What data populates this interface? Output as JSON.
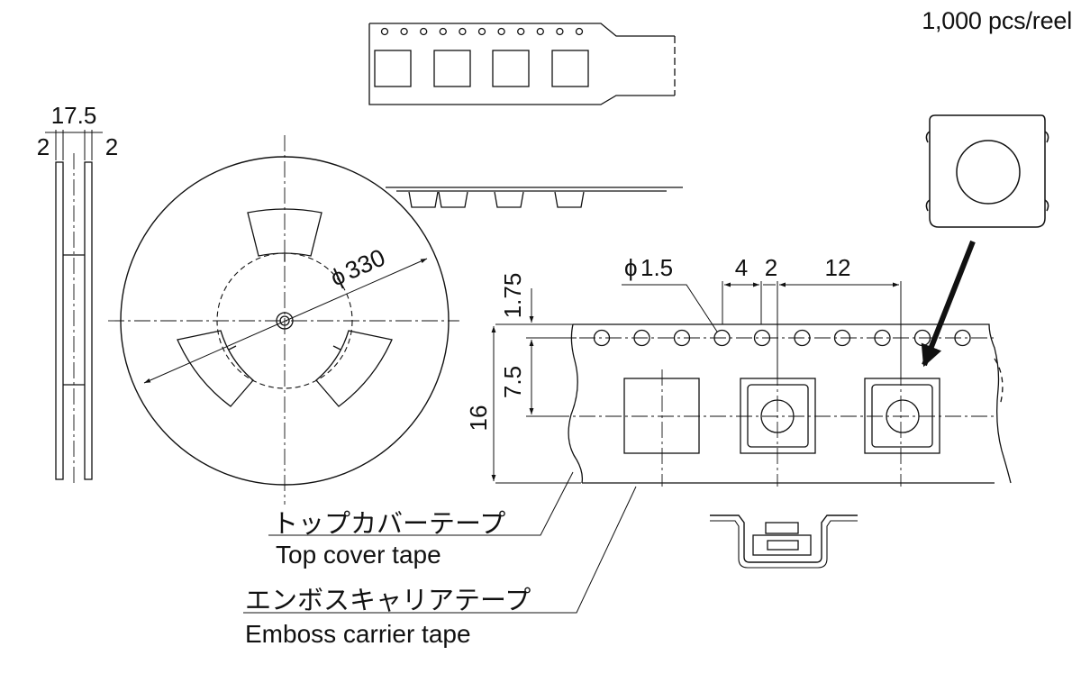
{
  "quantity_note": "1,000 pcs/reel",
  "reel_side": {
    "width_dim": "17.5",
    "flange_left_dim": "2",
    "flange_right_dim": "2"
  },
  "reel_front": {
    "diameter_dim": "330",
    "diameter_symbol": "ϕ"
  },
  "tape": {
    "hole_diameter_dim": "1.5",
    "hole_diameter_symbol": "ϕ",
    "hole_pitch_dim": "4",
    "hole_to_pocket_dim": "2",
    "pocket_pitch_dim": "12",
    "edge_to_hole_dim": "1.75",
    "hole_to_pocket_center_dim": "7.5",
    "tape_width_dim": "16"
  },
  "labels": {
    "top_cover_jp": "トップカバーテープ",
    "top_cover_en": "Top cover tape",
    "emboss_jp": "エンボスキャリアテープ",
    "emboss_en": "Emboss carrier tape"
  }
}
